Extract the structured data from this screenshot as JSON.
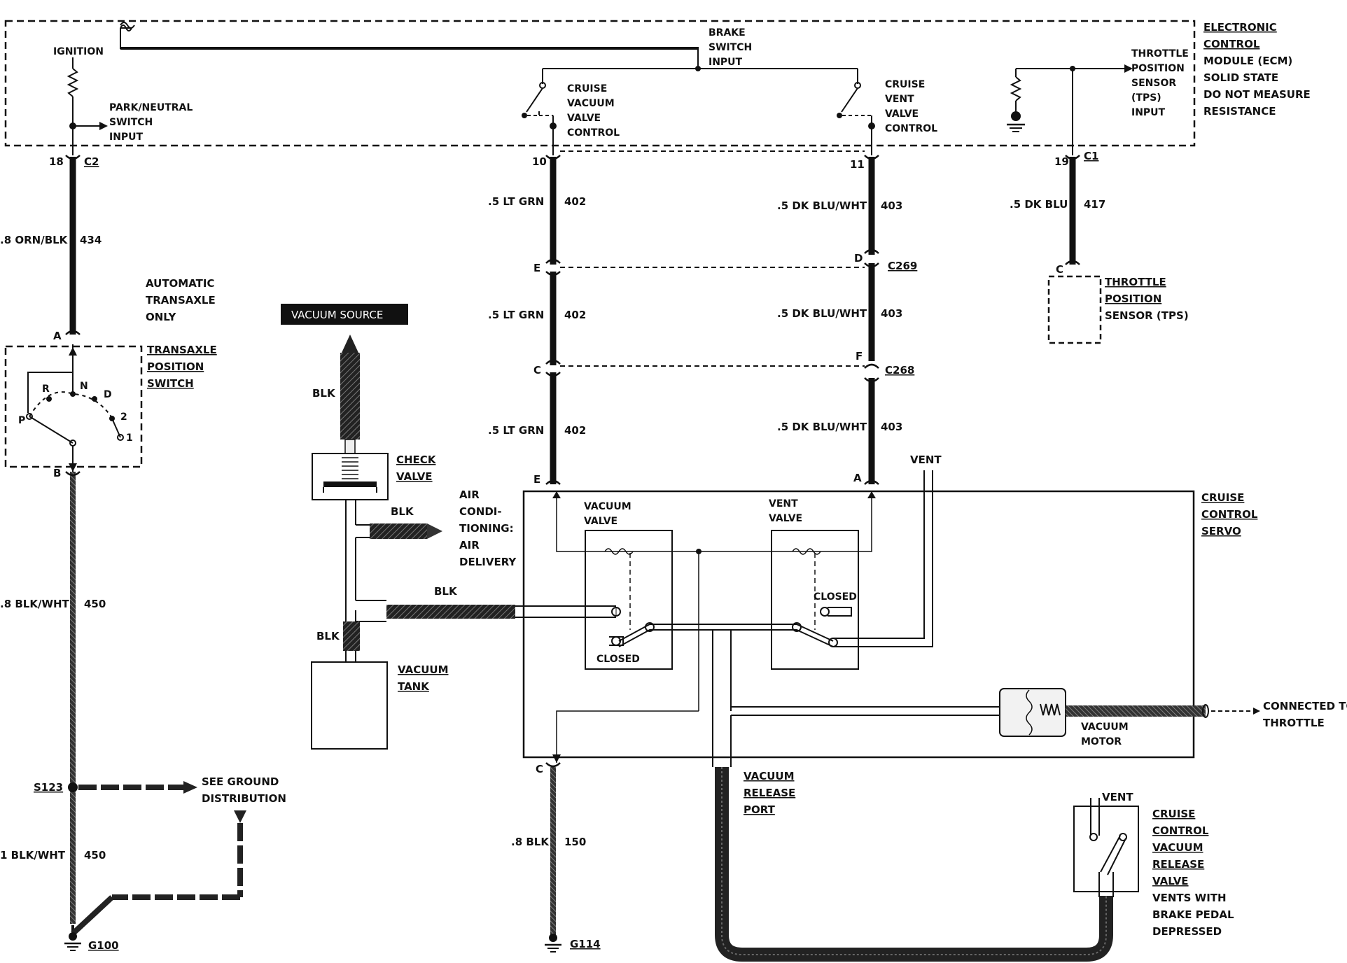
{
  "ecm": {
    "title_lines": [
      "ELECTRONIC",
      "CONTROL",
      "MODULE (ECM)",
      "SOLID STATE",
      "DO NOT MEASURE",
      "RESISTANCE"
    ],
    "ignition": "IGNITION",
    "park_neutral_lines": [
      "PARK/NEUTRAL",
      "SWITCH",
      "INPUT"
    ],
    "brake_switch_lines": [
      "BRAKE",
      "SWITCH",
      "INPUT"
    ],
    "cruise_vacuum_lines": [
      "CRUISE",
      "VACUUM",
      "VALVE",
      "CONTROL"
    ],
    "cruise_vent_lines": [
      "CRUISE",
      "VENT",
      "VALVE",
      "CONTROL"
    ],
    "tps_input_lines": [
      "THROTTLE",
      "POSITION",
      "SENSOR",
      "(TPS)",
      "INPUT"
    ]
  },
  "connectors": {
    "c2_pin": "18",
    "c2": "C2",
    "pin10": "10",
    "pin11": "11",
    "c1_pin": "19",
    "c1": "C1",
    "e_top": "E",
    "d_top": "D",
    "c269": "C269",
    "c_mid": "C",
    "f_mid": "F",
    "c268": "C268",
    "e_servo": "E",
    "a_servo": "A",
    "c_servo_bottom": "C",
    "tps_c": "C",
    "trans_a": "A",
    "trans_b": "B"
  },
  "wires": {
    "w434_color": ".8 ORN/BLK",
    "w434_num": "434",
    "w402_color": ".5 LT GRN",
    "w402_num": "402",
    "w403_color": ".5 DK BLU/WHT",
    "w403_num": "403",
    "w417_color": ".5 DK BLU",
    "w417_num": "417",
    "w450a_color": ".8 BLK/WHT",
    "w450a_num": "450",
    "w450b_color": "1 BLK/WHT",
    "w450b_num": "450",
    "w150_color": ".8 BLK",
    "w150_num": "150"
  },
  "transaxle": {
    "note_lines": [
      "AUTOMATIC",
      "TRANSAXLE",
      "ONLY"
    ],
    "title_lines": [
      "TRANSAXLE",
      "POSITION",
      "SWITCH"
    ],
    "positions": [
      "P",
      "R",
      "N",
      "D",
      "2",
      "1"
    ]
  },
  "tps": {
    "title_lines": [
      "THROTTLE",
      "POSITION",
      "SENSOR (TPS)"
    ]
  },
  "vacuum": {
    "source": "VACUUM SOURCE",
    "blk": "BLK",
    "check_valve_lines": [
      "CHECK",
      "VALVE"
    ],
    "ac_lines": [
      "AIR",
      "CONDI-",
      "TIONING:",
      "AIR",
      "DELIVERY"
    ],
    "tank_lines": [
      "VACUUM",
      "TANK"
    ]
  },
  "servo": {
    "title_lines": [
      "CRUISE",
      "CONTROL",
      "SERVO"
    ],
    "vacuum_valve_lines": [
      "VACUUM",
      "VALVE"
    ],
    "vent_valve_lines": [
      "VENT",
      "VALVE"
    ],
    "closed": "CLOSED",
    "vent": "VENT",
    "motor_lines": [
      "VACUUM",
      "MOTOR"
    ],
    "connected_lines": [
      "CONNECTED TO",
      "THROTTLE"
    ],
    "release_port_lines": [
      "VACUUM",
      "RELEASE",
      "PORT"
    ]
  },
  "release_valve": {
    "vent": "VENT",
    "title_lines": [
      "CRUISE",
      "CONTROL",
      "VACUUM",
      "RELEASE",
      "VALVE",
      "VENTS WITH",
      "BRAKE PEDAL",
      "DEPRESSED"
    ]
  },
  "grounds": {
    "s123": "S123",
    "see_ground_lines": [
      "SEE GROUND",
      "DISTRIBUTION"
    ],
    "g100": "G100",
    "g114": "G114"
  }
}
